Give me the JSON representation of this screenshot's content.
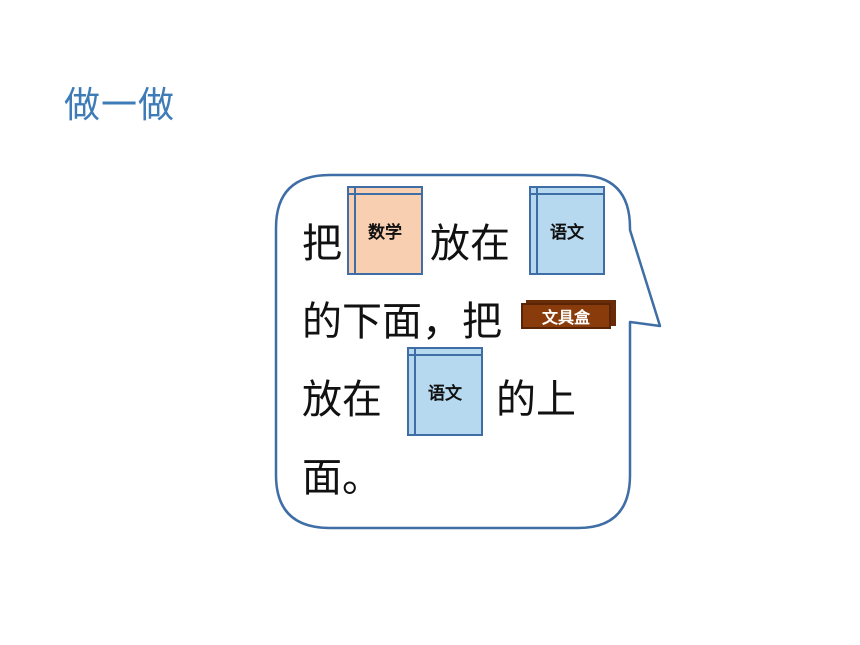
{
  "title": "做一做",
  "sentence": {
    "w1": "把",
    "w2": "放在",
    "w3": "的下面，把",
    "w4": "放在",
    "w5": "的上",
    "w6": "面。"
  },
  "items": {
    "math_book": "数学",
    "chinese_book_1": "语文",
    "pencil_box": "文具盒",
    "chinese_book_2": "语文"
  },
  "colors": {
    "title": "#3e7cb8",
    "bubble_border": "#3f6da5",
    "math_book": "#f9cfb2",
    "chinese_book": "#b7d9f0",
    "pencil_box": "#8a3b0b"
  }
}
